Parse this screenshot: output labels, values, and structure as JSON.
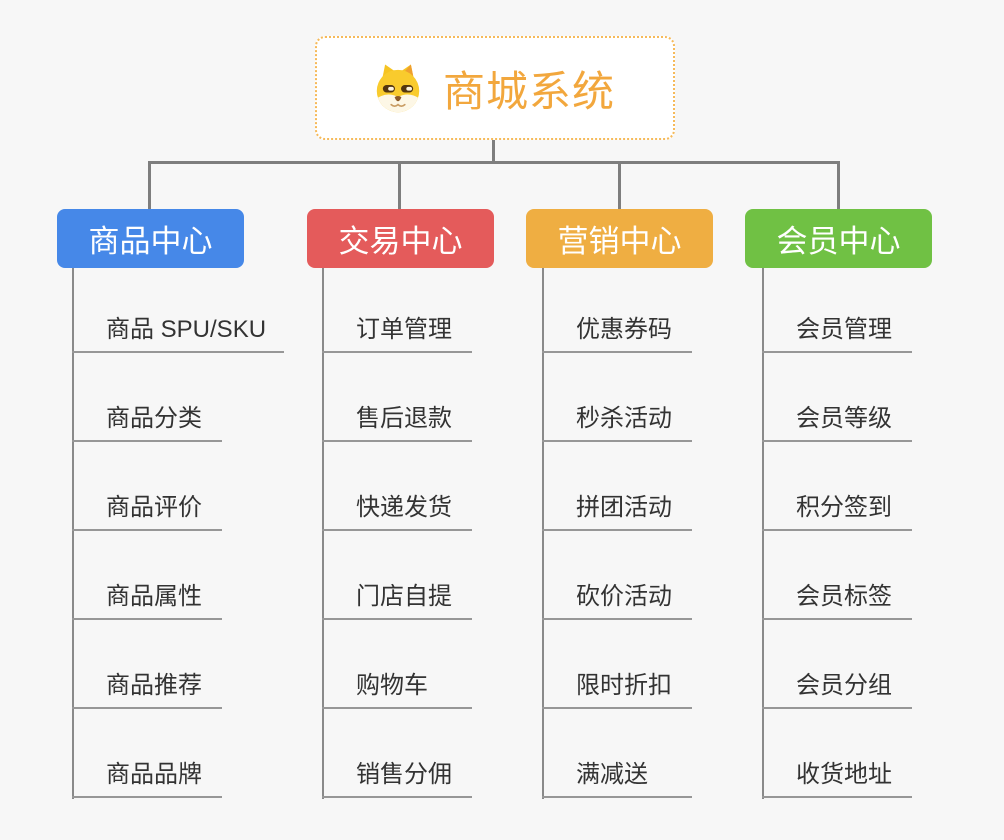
{
  "root": {
    "title": "商城系统",
    "icon": "dog-icon"
  },
  "branches": [
    {
      "label": "商品中心",
      "color": "#4688e8",
      "children": [
        "商品 SPU/SKU",
        "商品分类",
        "商品评价",
        "商品属性",
        "商品推荐",
        "商品品牌"
      ]
    },
    {
      "label": "交易中心",
      "color": "#e45b5b",
      "children": [
        "订单管理",
        "售后退款",
        "快递发货",
        "门店自提",
        "购物车",
        "销售分佣"
      ]
    },
    {
      "label": "营销中心",
      "color": "#efae42",
      "children": [
        "优惠券码",
        "秒杀活动",
        "拼团活动",
        "砍价活动",
        "限时折扣",
        "满减送"
      ]
    },
    {
      "label": "会员中心",
      "color": "#70c144",
      "children": [
        "会员管理",
        "会员等级",
        "积分签到",
        "会员标签",
        "会员分组",
        "收货地址"
      ]
    }
  ],
  "colors": {
    "background": "#f7f7f7",
    "connector": "#7e7e7e",
    "underline": "#979797",
    "child_text": "#333333",
    "root_accent": "#f2a73d",
    "root_border": "#f6ba5a"
  }
}
